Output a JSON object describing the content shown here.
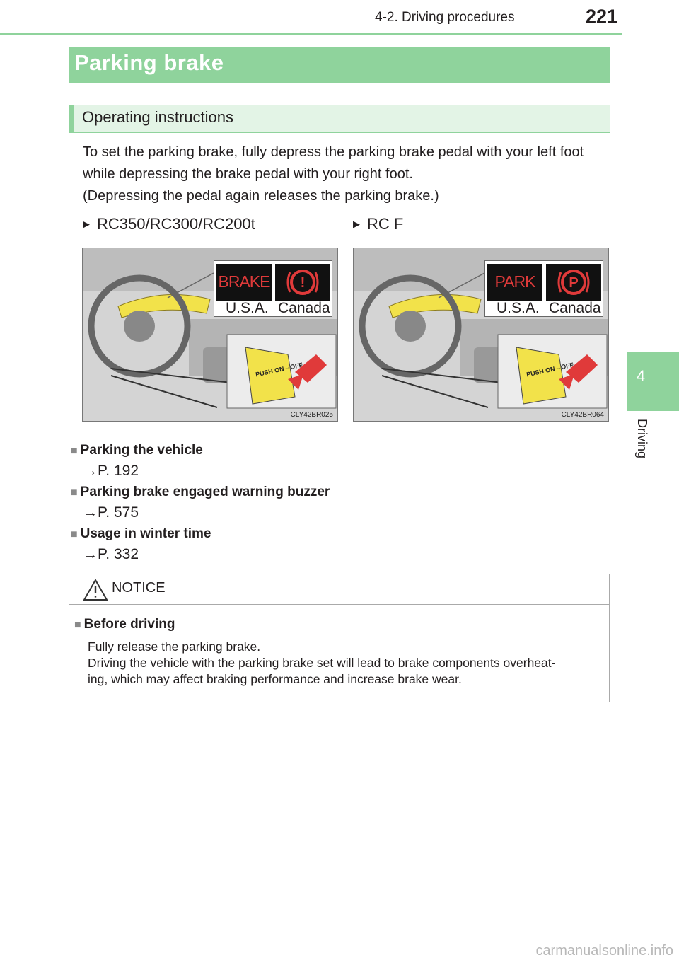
{
  "header": {
    "chapter": "4-2. Driving procedures",
    "page_number": "221"
  },
  "side_tab": {
    "number": "4",
    "label": "Driving"
  },
  "title": "Parking brake",
  "section": "Operating instructions",
  "paragraph": [
    "To set the parking brake, fully depress the parking brake pedal with your left foot",
    "while depressing the brake pedal with your right foot.",
    "(Depressing the pedal again releases the parking brake.)"
  ],
  "figures": [
    {
      "model": "RC350/RC300/RC200t",
      "usa_indicator": "BRAKE",
      "usa_label": "U.S.A.",
      "canada_indicator": "!",
      "canada_label": "Canada",
      "pedal_text": "PUSH ON⇔OFF",
      "code": "CLY42BR025"
    },
    {
      "model": "RC F",
      "usa_indicator": "PARK",
      "usa_label": "U.S.A.",
      "canada_indicator": "P",
      "canada_label": "Canada",
      "pedal_text": "PUSH ON⇔OFF",
      "code": "CLY42BR064"
    }
  ],
  "notes": [
    {
      "heading": "Parking the vehicle",
      "ref": "→P. 192"
    },
    {
      "heading": "Parking brake engaged warning buzzer",
      "ref": "→P. 575"
    },
    {
      "heading": "Usage in winter time",
      "ref": "→P. 332"
    }
  ],
  "notice": {
    "title": "NOTICE",
    "subheading": "Before driving",
    "body": [
      "Fully release the parking brake.",
      "Driving the vehicle with the parking brake set will lead to brake components overheat-",
      "ing, which may affect braking performance and increase brake wear."
    ]
  },
  "footer": "carmanualsonline.info",
  "colors": {
    "accent_green": "#8fd39c",
    "light_green": "#e3f4e6",
    "indicator_red": "#e03a3a",
    "highlight_yellow": "#f2e24a"
  }
}
